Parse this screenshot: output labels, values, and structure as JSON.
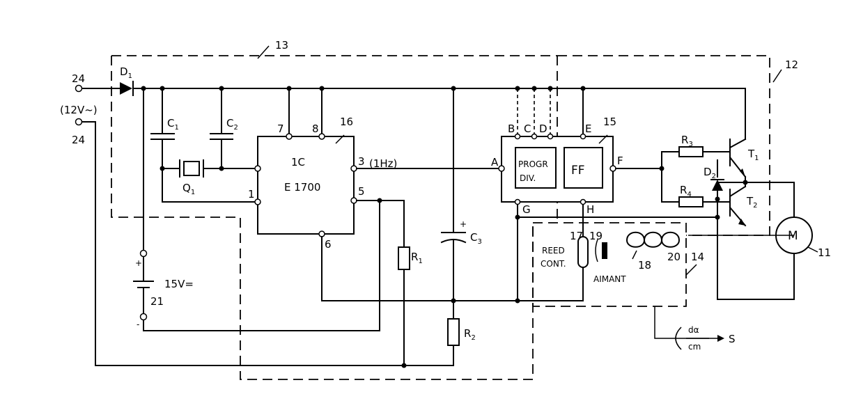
{
  "labels": {
    "ref_13": "13",
    "ref_12": "12",
    "ref_24_top": "24",
    "ref_24_bottom": "24",
    "supply_12v": "(12V~)",
    "d1": "D",
    "d1_sub": "1",
    "c1": "C",
    "c1_sub": "1",
    "c2": "C",
    "c2_sub": "2",
    "q1": "Q",
    "q1_sub": "1",
    "pin7": "7",
    "pin8": "8",
    "ref_16": "16",
    "ic_line1": "1C",
    "ic_line2": "E 1700",
    "pin3": "3",
    "freq": "(1Hz)",
    "pin1": "1",
    "pin5": "5",
    "pin6": "6",
    "r1": "R",
    "r1_sub": "1",
    "c3": "C",
    "c3_sub": "3",
    "c3_plus": "+",
    "r2": "R",
    "r2_sub": "2",
    "battery_plus": "+",
    "battery_minus": "-",
    "battery_voltage": "15V=",
    "ref_21": "21",
    "pin_a": "A",
    "pin_b": "B",
    "pin_c": "C",
    "pin_d": "D",
    "pin_e": "E",
    "ref_15": "15",
    "progr1": "PROGR",
    "progr2": "DIV.",
    "ff": "FF",
    "pin_f": "F",
    "pin_g": "G",
    "pin_h": "H",
    "r3": "R",
    "r3_sub": "3",
    "r4": "R",
    "r4_sub": "4",
    "d2": "D",
    "d2_sub": "2",
    "t1": "T",
    "t1_sub": "1",
    "t2": "T",
    "t2_sub": "2",
    "motor": "M",
    "ref_11": "11",
    "ref_17": "17",
    "ref_19": "19",
    "reed1": "REED",
    "reed2": "CONT.",
    "aimant": "AIMANT",
    "ref_18": "18",
    "ref_20": "20",
    "ref_14": "14",
    "da": "dα",
    "cm": "cm",
    "s": "S"
  }
}
